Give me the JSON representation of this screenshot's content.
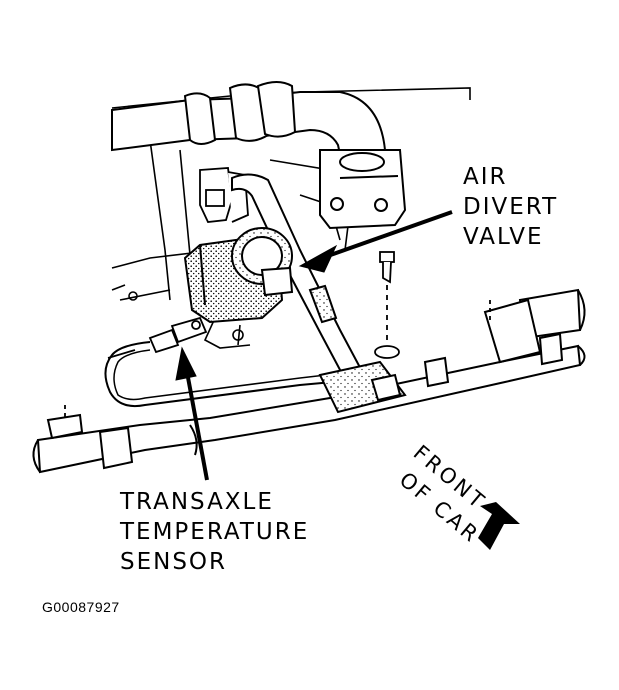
{
  "labels": {
    "air_divert": [
      "AIR",
      "DIVERT",
      "VALVE"
    ],
    "transaxle": [
      "TRANSAXLE",
      "TEMPERATURE",
      "SENSOR"
    ],
    "front": [
      "FRONT",
      "OF CAR"
    ]
  },
  "figure_code": "G00087927",
  "colors": {
    "ink": "#000000",
    "paper": "#ffffff",
    "shade": "#bdbdbd"
  }
}
